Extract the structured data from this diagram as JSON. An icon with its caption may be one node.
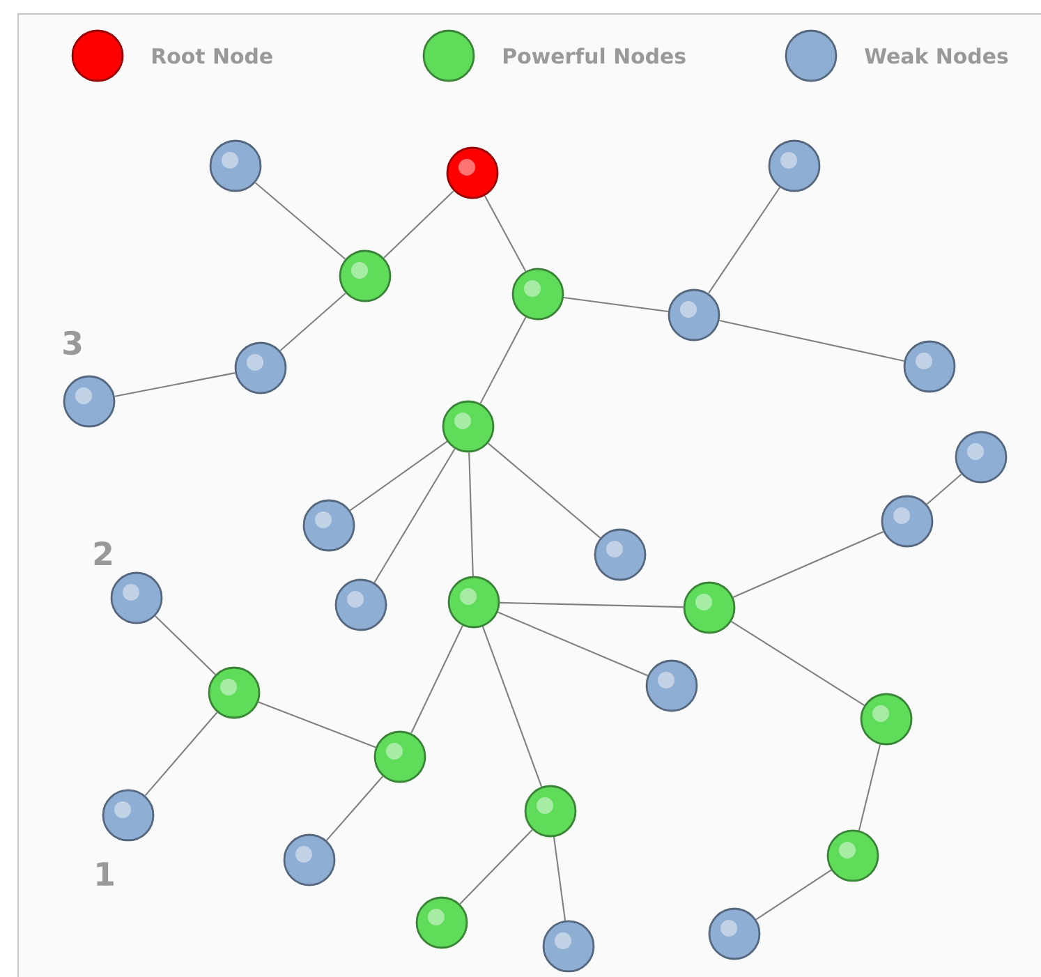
{
  "diagram": {
    "nodes": [
      {
        "text": [],
        "shape": "circle"
      },
      {
        "text": [],
        "shape": "circle"
      },
      {
        "text": [],
        "shape": "circle"
      },
      {
        "text": [],
        "shape": "circle"
      },
      {
        "text": [],
        "shape": "circle"
      },
      {
        "text": [],
        "shape": "circle"
      },
      {
        "text": [],
        "shape": "circle"
      },
      {
        "text": [],
        "shape": "circle"
      },
      {
        "text": [],
        "shape": "circle"
      },
      {
        "text": [],
        "shape": "circle"
      },
      {
        "text": [],
        "shape": "circle"
      },
      {
        "text": [],
        "shape": "circle"
      },
      {
        "text": [],
        "shape": "circle"
      },
      {
        "text": [],
        "shape": "circle"
      },
      {
        "text": [],
        "shape": "circle"
      },
      {
        "text": [],
        "shape": "circle"
      },
      {
        "text": [],
        "shape": "circle"
      },
      {
        "text": [],
        "shape": "circle"
      },
      {
        "text": [],
        "shape": "circle"
      },
      {
        "text": [],
        "shape": "circle"
      },
      {
        "text": [],
        "shape": "circle"
      },
      {
        "text": [],
        "shape": "circle"
      },
      {
        "text": [],
        "shape": "circle"
      },
      {
        "text": [],
        "shape": "circle"
      },
      {
        "text": [],
        "shape": "circle"
      },
      {
        "text": [],
        "shape": "circle"
      },
      {
        "text": [],
        "shape": "circle"
      },
      {
        "text": [],
        "shape": "circle"
      },
      {
        "text": [],
        "shape": "circle"
      }
    ],
    "edges": [
      {
        "from": 0,
        "to": 3,
        "arrow": "none"
      },
      {
        "from": 1,
        "to": 3,
        "arrow": "none"
      },
      {
        "from": 3,
        "to": 6,
        "arrow": "none"
      },
      {
        "from": 6,
        "to": 8,
        "arrow": "none"
      },
      {
        "from": 1,
        "to": 4,
        "arrow": "none"
      },
      {
        "from": 4,
        "to": 5,
        "arrow": "none"
      },
      {
        "from": 5,
        "to": 2,
        "arrow": "none"
      },
      {
        "from": 5,
        "to": 7,
        "arrow": "none"
      },
      {
        "from": 4,
        "to": 9,
        "arrow": "none"
      },
      {
        "from": 9,
        "to": 12,
        "arrow": "none"
      },
      {
        "from": 9,
        "to": 15,
        "arrow": "none"
      },
      {
        "from": 9,
        "to": 13,
        "arrow": "none"
      },
      {
        "from": 9,
        "to": 16,
        "arrow": "none"
      },
      {
        "from": 16,
        "to": 17,
        "arrow": "none"
      },
      {
        "from": 16,
        "to": 18,
        "arrow": "none"
      },
      {
        "from": 16,
        "to": 21,
        "arrow": "none"
      },
      {
        "from": 16,
        "to": 22,
        "arrow": "none"
      },
      {
        "from": 17,
        "to": 11,
        "arrow": "none"
      },
      {
        "from": 11,
        "to": 10,
        "arrow": "none"
      },
      {
        "from": 17,
        "to": 20,
        "arrow": "none"
      },
      {
        "from": 20,
        "to": 24,
        "arrow": "none"
      },
      {
        "from": 24,
        "to": 28,
        "arrow": "none"
      },
      {
        "from": 14,
        "to": 19,
        "arrow": "none"
      },
      {
        "from": 19,
        "to": 23,
        "arrow": "none"
      },
      {
        "from": 19,
        "to": 21,
        "arrow": "none"
      },
      {
        "from": 21,
        "to": 25,
        "arrow": "none"
      },
      {
        "from": 22,
        "to": 26,
        "arrow": "none"
      },
      {
        "from": 22,
        "to": 27,
        "arrow": "none"
      }
    ],
    "labels": [
      "3",
      "2",
      "1"
    ],
    "legend": [
      {
        "text": "Root Node",
        "color": "#ff0000"
      },
      {
        "text": "Powerful Nodes",
        "color": "#5fdc5a"
      },
      {
        "text": "Weak Nodes",
        "color": "#8eaed3"
      }
    ]
  }
}
